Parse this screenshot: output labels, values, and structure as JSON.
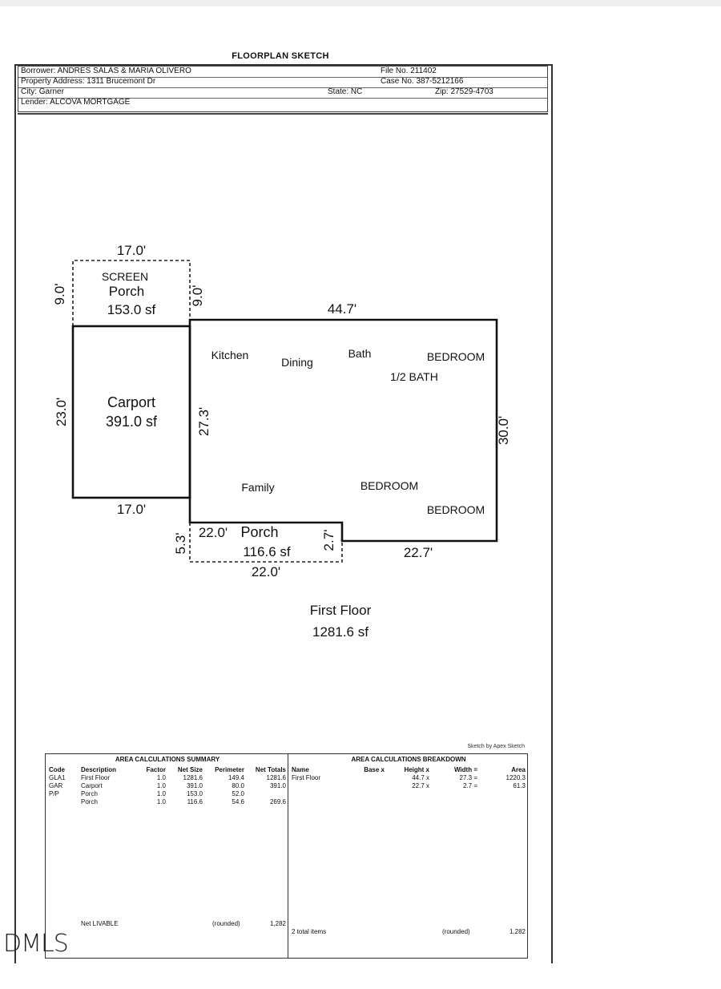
{
  "page_title": "FLOORPLAN SKETCH",
  "header": {
    "borrower": "Borrower: ANDRES SALAS & MARIA OLIVERO",
    "property_address": "Property Address: 1311 Brucemont Dr",
    "city": "City: Garner",
    "state": "State: NC",
    "zip": "Zip: 27529-4703",
    "lender": "Lender: ALCOVA MORTGAGE",
    "file_no": "File No. 211402",
    "case_no": "Case No. 387-5212166"
  },
  "sketch": {
    "screen_porch": {
      "line1": "SCREEN",
      "line2": "Porch",
      "area": "153.0 sf",
      "dim_top": "17.0'",
      "dim_left": "9.0'",
      "dim_right": "9.0'"
    },
    "carport": {
      "label": "Carport",
      "area": "391.0 sf",
      "dim_left": "23.0'",
      "dim_bottom": "17.0'",
      "dim_right": "27.3'"
    },
    "house": {
      "dim_top": "44.7'",
      "dim_right": "30.0'",
      "dim_bottom": "22.7'"
    },
    "rooms": [
      "Kitchen",
      "Dining",
      "Bath",
      "BEDROOM",
      "1/2 BATH",
      "Family",
      "BEDROOM",
      "BEDROOM"
    ],
    "front_porch": {
      "label": "Porch",
      "area": "116.6 sf",
      "dim_left": "5.3'",
      "dim_top": "22.0'",
      "dim_right": "2.7'",
      "dim_bottom": "22.0'"
    },
    "floor_name": "First Floor",
    "floor_area": "1281.6 sf"
  },
  "credit": "Sketch by Apex Sketch",
  "summary": {
    "title": "AREA CALCULATIONS SUMMARY",
    "headers": [
      "Code",
      "Description",
      "Factor",
      "Net Size",
      "Perimeter",
      "Net Totals"
    ],
    "rows": [
      [
        "GLA1",
        "First Floor",
        "1.0",
        "1281.6",
        "149.4",
        "1281.6"
      ],
      [
        "GAR",
        "Carport",
        "1.0",
        "391.0",
        "80.0",
        "391.0"
      ],
      [
        "P/P",
        "Porch",
        "1.0",
        "153.0",
        "52.0",
        ""
      ],
      [
        "",
        "Porch",
        "1.0",
        "116.6",
        "54.6",
        "269.6"
      ]
    ],
    "net_livable_label": "Net LIVABLE",
    "rounded_label": "(rounded)",
    "net_livable_value": "1,282"
  },
  "breakdown": {
    "title": "AREA CALCULATIONS BREAKDOWN",
    "headers": [
      "Name",
      "Base x",
      "Height x",
      "Width =",
      "Area"
    ],
    "rows": [
      [
        "First Floor",
        "",
        "44.7 x",
        "27.3 =",
        "1220.3"
      ],
      [
        "",
        "",
        "22.7 x",
        "2.7 =",
        "61.3"
      ]
    ],
    "total_items": "2 total items",
    "rounded_label": "(rounded)",
    "total_value": "1,282"
  },
  "logo_text": "DMLS"
}
